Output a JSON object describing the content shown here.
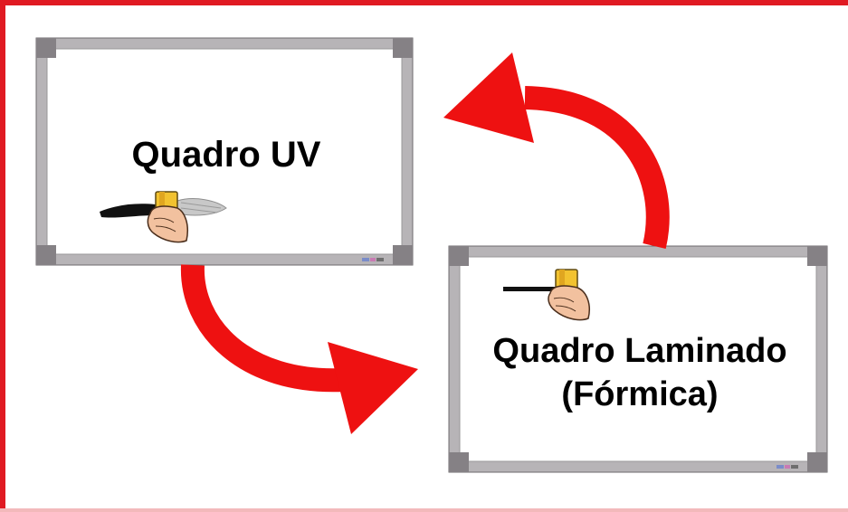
{
  "colors": {
    "frame": "#e01a22",
    "arrow": "#ee1111",
    "board_frame": "#b3b0b3",
    "board_corner": "#8a8689",
    "board_surface": "#ffffff",
    "hand_skin": "#f2c19f",
    "eraser": "#f2c230"
  },
  "boards": [
    {
      "id": "uv",
      "label_line_1": "Quadro UV",
      "icon": "hand-with-eraser-icon"
    },
    {
      "id": "laminado",
      "label_line_1": "Quadro Laminado",
      "label_line_2": "(Fórmica)",
      "icon": "hand-with-eraser-icon"
    }
  ],
  "arrows": [
    {
      "from": "uv",
      "to": "laminado",
      "icon": "curved-arrow-icon"
    },
    {
      "from": "laminado",
      "to": "uv",
      "icon": "curved-arrow-icon"
    }
  ]
}
